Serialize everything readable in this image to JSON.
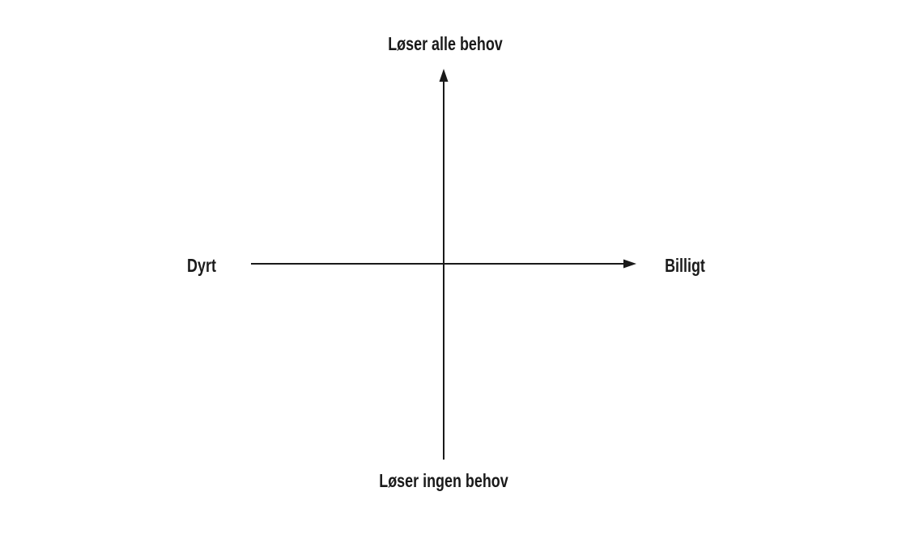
{
  "diagram": {
    "type": "two-by-two-axis-diagram",
    "top_label": "Løser alle behov",
    "bottom_label": "Løser ingen behov",
    "left_label": "Dyrt",
    "right_label": "Billigt",
    "axis_color": "#1a1a1a",
    "background_color": "#ffffff"
  }
}
